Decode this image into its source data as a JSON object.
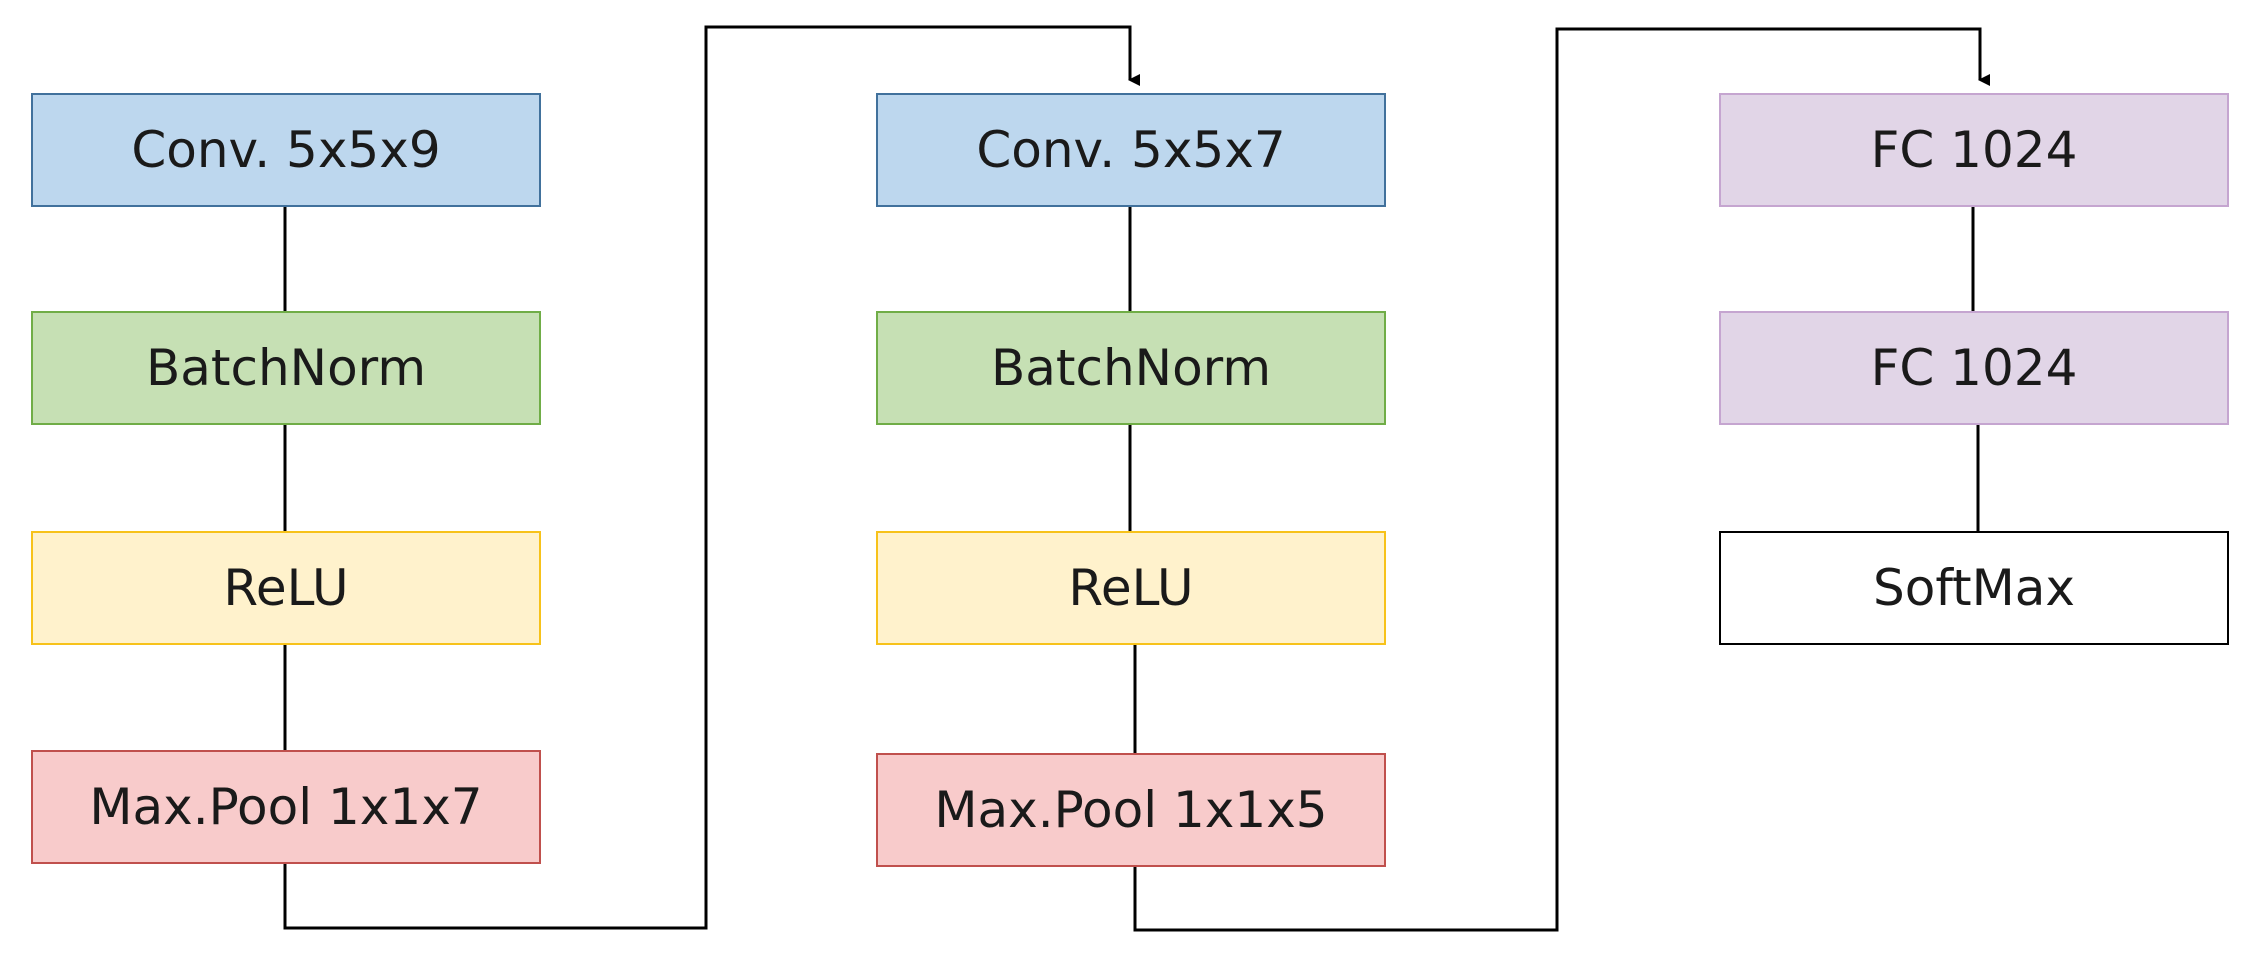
{
  "columns": [
    {
      "blocks": [
        {
          "label": "Conv. 5x5x9",
          "kind": "conv"
        },
        {
          "label": "BatchNorm",
          "kind": "bn"
        },
        {
          "label": "ReLU",
          "kind": "relu"
        },
        {
          "label": "Max.Pool 1x1x7",
          "kind": "pool"
        }
      ]
    },
    {
      "blocks": [
        {
          "label": "Conv. 5x5x7",
          "kind": "conv"
        },
        {
          "label": "BatchNorm",
          "kind": "bn"
        },
        {
          "label": "ReLU",
          "kind": "relu"
        },
        {
          "label": "Max.Pool 1x1x5",
          "kind": "pool"
        }
      ]
    },
    {
      "blocks": [
        {
          "label": "FC 1024",
          "kind": "fc"
        },
        {
          "label": "FC 1024",
          "kind": "fc"
        },
        {
          "label": "SoftMax",
          "kind": "softmax"
        }
      ]
    }
  ],
  "colors": {
    "conv_fill": "#bdd7ee",
    "batchnorm_fill": "#c6e0b4",
    "relu_fill": "#fff2cc",
    "maxpool_fill": "#f8cbcb",
    "fc_fill": "#e1d5e7",
    "softmax_fill": "#ffffff",
    "connector": "#000000"
  }
}
